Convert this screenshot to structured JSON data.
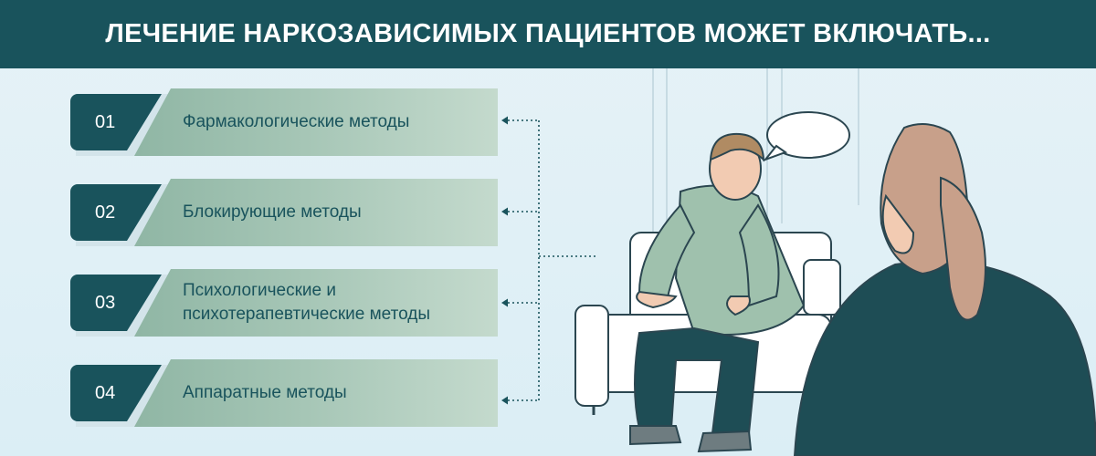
{
  "header": {
    "title": "ЛЕЧЕНИЕ НАРКОЗАВИСИМЫХ ПАЦИЕНТОВ МОЖЕТ ВКЛЮЧАТЬ..."
  },
  "methods": [
    {
      "num": "01",
      "label": "Фармакологические методы"
    },
    {
      "num": "02",
      "label": "Блокирующие методы"
    },
    {
      "num": "03",
      "label": "Психологические и психотерапевтические методы"
    },
    {
      "num": "04",
      "label": "Аппаратные методы"
    }
  ],
  "colors": {
    "header_bg": "#19535c",
    "accent": "#19535c",
    "bar_green": "#a6c6b6",
    "background": "#e1f0f6"
  },
  "illustration": {
    "icons": [
      "speech-bubble-icon",
      "patient-figure",
      "therapist-figure",
      "sofa-icon"
    ]
  }
}
